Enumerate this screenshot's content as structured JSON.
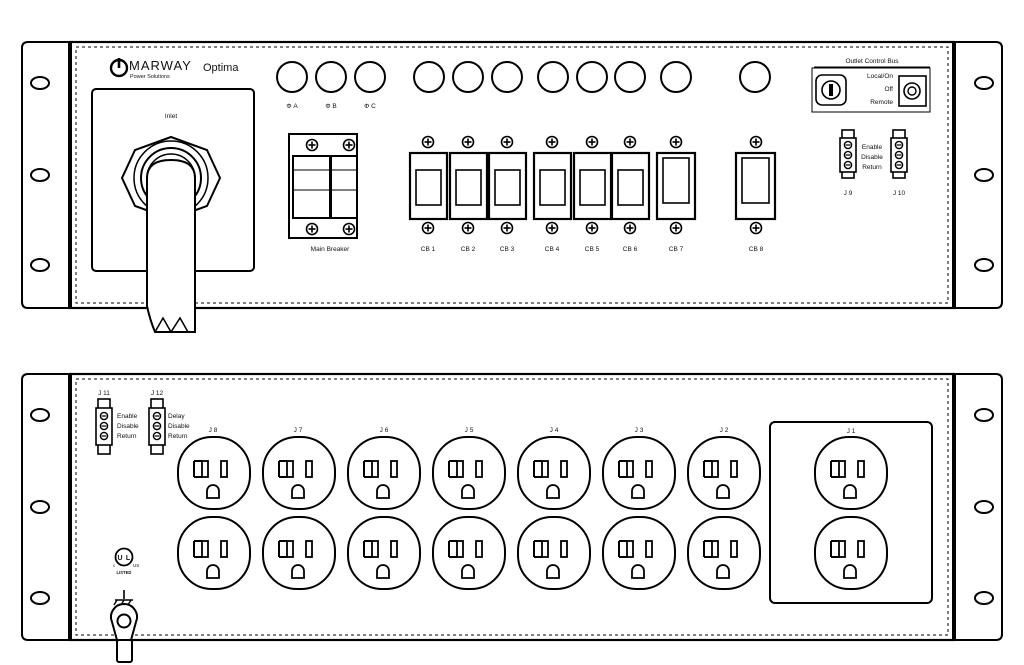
{
  "brand": {
    "name": "MARWAY",
    "tagline": "Power Solutions",
    "model": "Optima"
  },
  "front": {
    "inlet_label": "Inlet",
    "phase_labels": [
      "Φ A",
      "Φ B",
      "Φ C"
    ],
    "main_breaker_label": "Main Breaker",
    "breakers": [
      "CB 1",
      "CB 2",
      "CB 3",
      "CB 4",
      "CB 5",
      "CB 6",
      "CB 7",
      "CB 8"
    ],
    "outlet_control_bus": {
      "title": "Outlet Control Bus",
      "switch_positions": [
        "Local/On",
        "Off",
        "Remote"
      ]
    },
    "connectors": [
      {
        "label": "J 9",
        "pins": [
          "Enable",
          "Disable",
          "Return"
        ]
      },
      {
        "label": "J 10"
      }
    ]
  },
  "rear": {
    "connectors": [
      {
        "label": "J 11",
        "pins": [
          "Enable",
          "Disable",
          "Return"
        ]
      },
      {
        "label": "J 12",
        "pins": [
          "Delay",
          "Disable",
          "Return"
        ]
      }
    ],
    "outlets": [
      "J 8",
      "J 7",
      "J 6",
      "J 5",
      "J 4",
      "J 3",
      "J 2",
      "J 1"
    ],
    "ul_mark": {
      "c": "c",
      "us": "US",
      "listed": "LISTED"
    }
  }
}
